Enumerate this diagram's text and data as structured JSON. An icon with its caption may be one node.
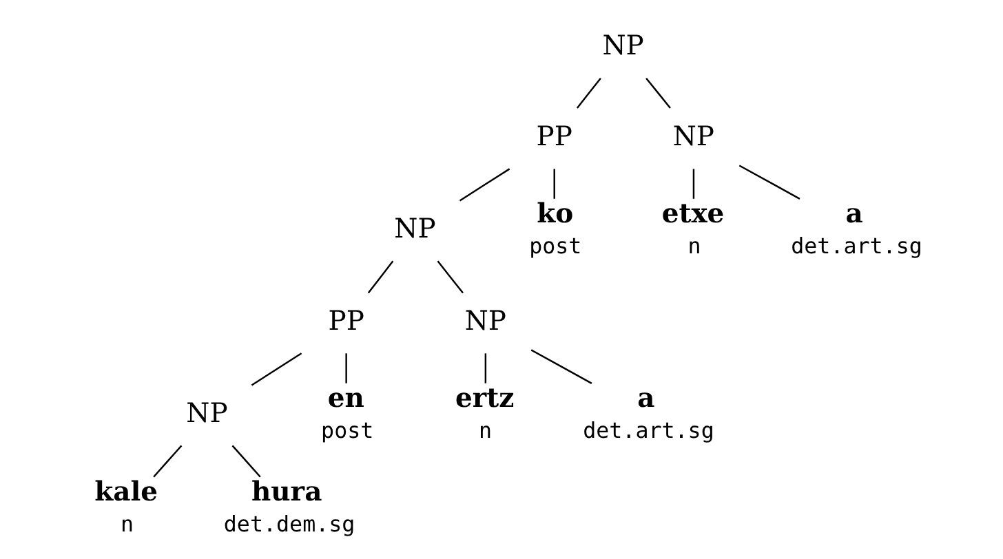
{
  "diagram": {
    "nodes": [
      {
        "text": [
          "NP"
        ]
      },
      {
        "text": [
          "PP"
        ]
      },
      {
        "text": [
          "NP"
        ]
      },
      {
        "text": [
          "NP"
        ]
      },
      {
        "text": [
          "ko",
          "post"
        ]
      },
      {
        "text": [
          "etxe",
          "n"
        ]
      },
      {
        "text": [
          "a",
          "det.art.sg"
        ]
      },
      {
        "text": [
          "PP"
        ]
      },
      {
        "text": [
          "NP"
        ]
      },
      {
        "text": [
          "NP"
        ]
      },
      {
        "text": [
          "en",
          "post"
        ]
      },
      {
        "text": [
          "ertz",
          "n"
        ]
      },
      {
        "text": [
          "a",
          "det.art.sg"
        ]
      },
      {
        "text": [
          "kale",
          "n"
        ]
      },
      {
        "text": [
          "hura",
          "det.dem.sg"
        ]
      }
    ],
    "edges": [
      {
        "from": 0,
        "to": 1,
        "arrow": "none"
      },
      {
        "from": 0,
        "to": 2,
        "arrow": "none"
      },
      {
        "from": 1,
        "to": 3,
        "arrow": "none"
      },
      {
        "from": 1,
        "to": 4,
        "arrow": "none"
      },
      {
        "from": 2,
        "to": 5,
        "arrow": "none"
      },
      {
        "from": 2,
        "to": 6,
        "arrow": "none"
      },
      {
        "from": 3,
        "to": 7,
        "arrow": "none"
      },
      {
        "from": 3,
        "to": 8,
        "arrow": "none"
      },
      {
        "from": 7,
        "to": 9,
        "arrow": "none"
      },
      {
        "from": 7,
        "to": 10,
        "arrow": "none"
      },
      {
        "from": 8,
        "to": 11,
        "arrow": "none"
      },
      {
        "from": 8,
        "to": 12,
        "arrow": "none"
      },
      {
        "from": 9,
        "to": 13,
        "arrow": "none"
      },
      {
        "from": 9,
        "to": 14,
        "arrow": "none"
      }
    ]
  }
}
